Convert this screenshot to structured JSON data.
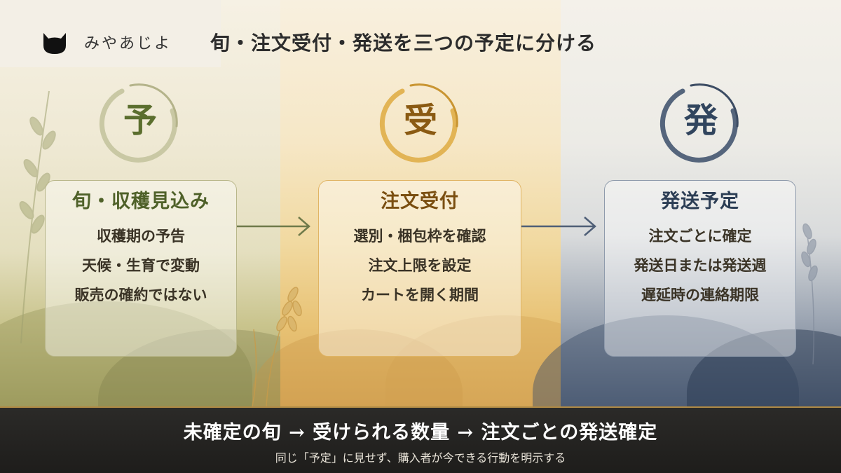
{
  "header": {
    "brand": "みやあじよ",
    "title": "旬・注文受付・発送を三つの予定に分ける"
  },
  "stages": [
    {
      "symbol": "予",
      "color": "#5b6e2e",
      "card_title": "旬・収穫見込み",
      "items": [
        "収穫期の予告",
        "天候・生育で変動",
        "販売の確約ではない"
      ]
    },
    {
      "symbol": "受",
      "color": "#8a5a12",
      "card_title": "注文受付",
      "items": [
        "選別・梱包枠を確認",
        "注文上限を設定",
        "カートを開く期間"
      ]
    },
    {
      "symbol": "発",
      "color": "#31455e",
      "card_title": "発送予定",
      "items": [
        "注文ごとに確定",
        "発送日または発送週",
        "遅延時の連絡期限"
      ]
    }
  ],
  "footer": {
    "main": "未確定の旬 → 受けられる数量 → 注文ごとの発送確定",
    "sub": "同じ「予定」に見せず、購入者が今できる行動を明示する"
  },
  "colors": {
    "stage1": "#5b6e2e",
    "stage2": "#c08a2a",
    "stage3": "#31455e",
    "footer_bg": "#1e1d1b"
  }
}
